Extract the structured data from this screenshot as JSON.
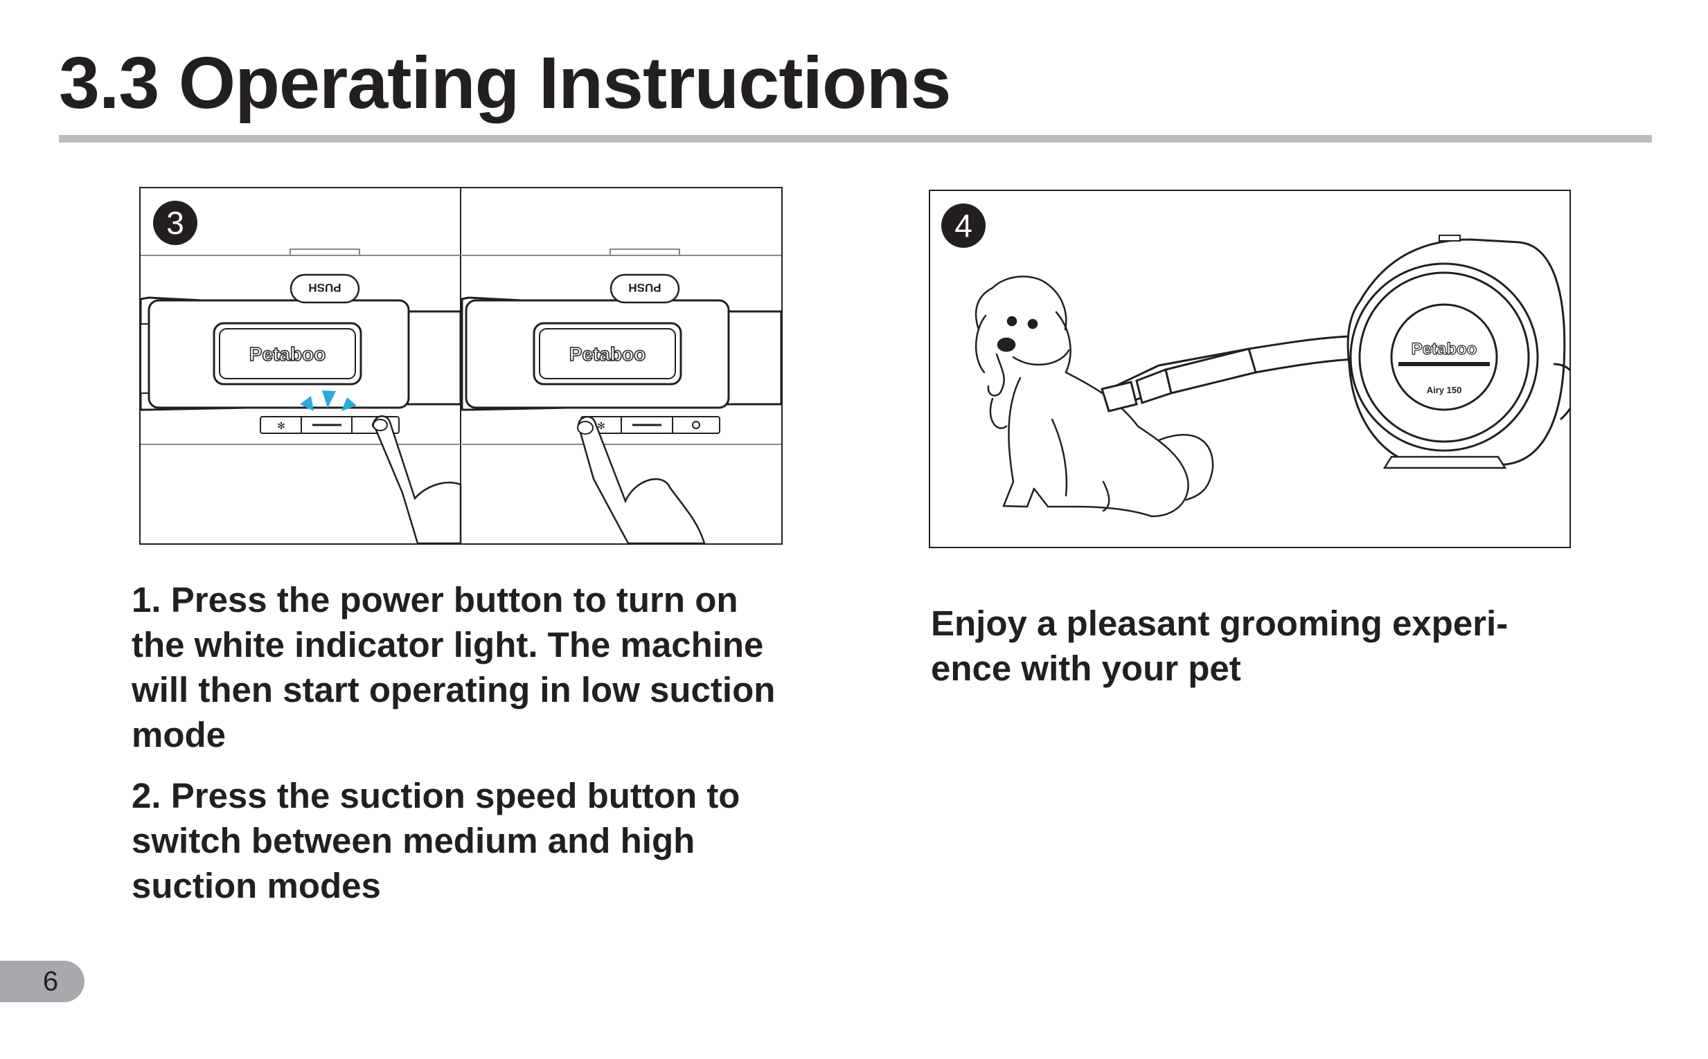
{
  "page": {
    "title": "3.3 Operating Instructions",
    "page_number": "6"
  },
  "figure3": {
    "step_badge": "3",
    "push_label": "PUSH",
    "brand_label": "Petaboo"
  },
  "figure4": {
    "step_badge": "4",
    "brand_label": "Petaboo",
    "model_label": "Airy 150"
  },
  "instructions": {
    "step1": "1. Press the power button to turn on the white indicator light. The machine will then start operating in low suction mode",
    "step2": "2. Press the suction speed button to switch between medium and high suction modes",
    "enjoy": "Enjoy a pleasant grooming experi- ence with your pet"
  },
  "colors": {
    "rule": "#bcbdc0",
    "accent": "#29aae1",
    "ink": "#231f20"
  }
}
